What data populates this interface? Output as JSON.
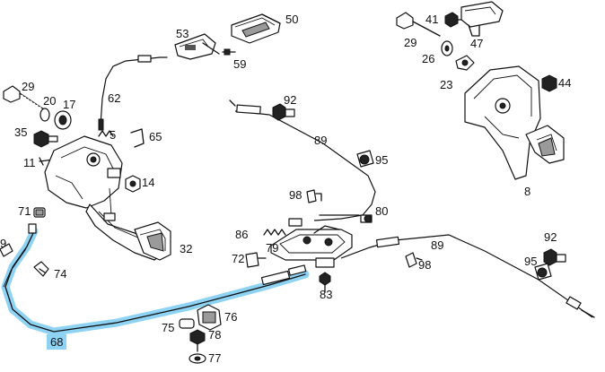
{
  "diagram": {
    "highlight_color": "#8ed3f4",
    "labels": {
      "l53": "53",
      "l50": "50",
      "l59": "59",
      "l62": "62",
      "l29a": "29",
      "l20": "20",
      "l17": "17",
      "l35": "35",
      "l5": "5",
      "l65": "65",
      "l11": "11",
      "l14": "14",
      "l71": "71",
      "l9": "9",
      "l74": "74",
      "l32": "32",
      "l92a": "92",
      "l89a": "89",
      "l95a": "95",
      "l98a": "98",
      "l80": "80",
      "l86": "86",
      "l79": "79",
      "l72": "72",
      "l83": "83",
      "l89b": "89",
      "l98b": "98",
      "l92b": "92",
      "l95b": "95",
      "l76": "76",
      "l75": "75",
      "l78": "78",
      "l77": "77",
      "l41": "41",
      "l29b": "29",
      "l47": "47",
      "l26": "26",
      "l23": "23",
      "l44": "44",
      "l8": "8",
      "l68": "68"
    }
  }
}
